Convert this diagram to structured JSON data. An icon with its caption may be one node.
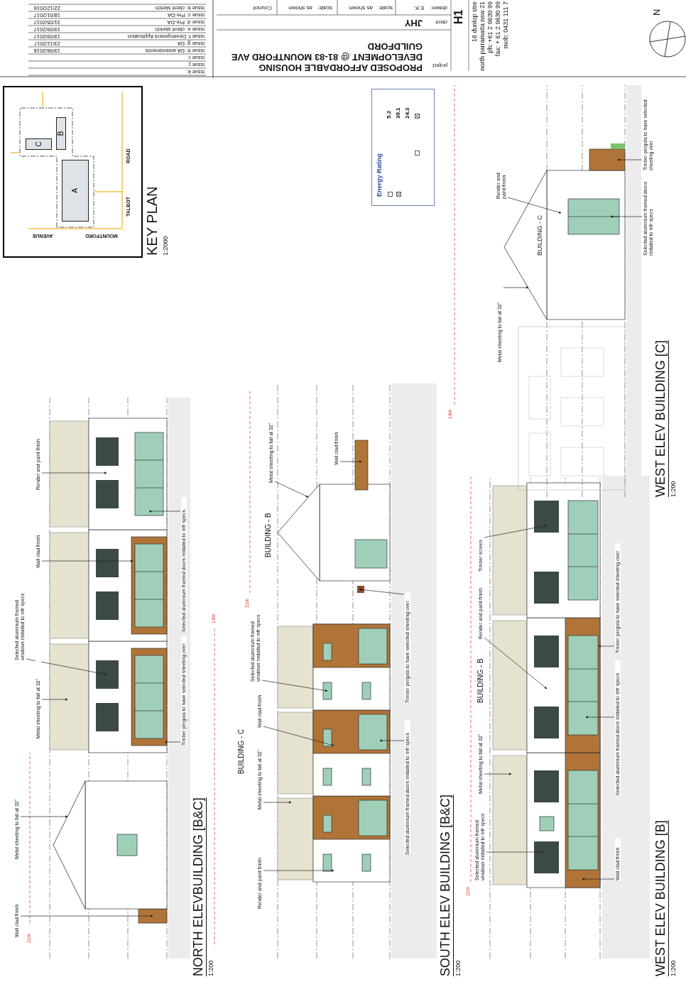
{
  "diagram": {
    "nodes": [
      {
        "text": [
          "Wall clad finish"
        ]
      },
      {
        "text": [
          "Metal sheeting to fall at 32°"
        ]
      },
      {
        "text": [
          "Metal sheeting to fall at 32°"
        ]
      },
      {
        "text": [
          "Selected aluminium framed windows installed to mfr specs"
        ]
      },
      {
        "text": [
          "Wall clad finish"
        ]
      },
      {
        "text": [
          "Render and paint finish"
        ]
      },
      {
        "text": [
          "Selected aluminium framed doors installed to mfr specs"
        ]
      },
      {
        "text": [
          "Timber pergola to have selected sheeting over"
        ]
      },
      {
        "text": [
          "Render and paint finish"
        ]
      },
      {
        "text": [
          "Metal sheeting to fall at 32°"
        ]
      },
      {
        "text": [
          "Wall clad finish"
        ]
      },
      {
        "text": [
          "Selected aluminium framed windows installed to mfr specs"
        ]
      },
      {
        "text": [
          "Selected aluminium framed doors installed to mfr specs"
        ]
      },
      {
        "text": [
          "Timber pergola to have selected sheeting over"
        ]
      },
      {
        "text": [
          "Wall clad finish"
        ]
      },
      {
        "text": [
          "Metal sheeting to fall at 32°"
        ]
      },
      {
        "text": [
          "Selected aluminium framed windows installed to mfr specs"
        ]
      },
      {
        "text": [
          "Metal sheeting to fall at 32°"
        ]
      },
      {
        "text": [
          "Render and paint finish"
        ]
      },
      {
        "text": [
          "Timber screen"
        ]
      },
      {
        "text": [
          "Wall clad finish"
        ]
      },
      {
        "text": [
          "Timber pergola to have selected sheeting over"
        ]
      },
      {
        "text": [
          "Selected aluminium framed doors installed to mfr specs"
        ]
      },
      {
        "text": [
          "Metal sheeting to fall at 32°"
        ]
      },
      {
        "text": [
          "Render and paint finish"
        ]
      },
      {
        "text": [
          "Timber pergola to have selected sheeting over"
        ]
      },
      {
        "text": [
          "Selected aluminium framed doors installed to mfr specs"
        ]
      },
      {
        "text": [
          "B"
        ]
      },
      {
        "text": [
          "C"
        ]
      },
      {
        "text": [
          "A"
        ]
      },
      {
        "text": [
          "Energy Rating",
          "5.2",
          "39.1",
          "24.3"
        ]
      }
    ],
    "edges": [
      {
        "from": 0,
        "to": null,
        "arrow": "to"
      },
      {
        "from": 1,
        "to": null,
        "arrow": "to"
      },
      {
        "from": 2,
        "to": null,
        "arrow": "to"
      },
      {
        "from": 3,
        "to": null,
        "arrow": "to"
      },
      {
        "from": 4,
        "to": null,
        "arrow": "to"
      },
      {
        "from": 5,
        "to": null,
        "arrow": "to"
      },
      {
        "from": 6,
        "to": null,
        "arrow": "to"
      },
      {
        "from": 7,
        "to": null,
        "arrow": "to"
      },
      {
        "from": 8,
        "to": null,
        "arrow": "to"
      },
      {
        "from": 9,
        "to": null,
        "arrow": "to"
      },
      {
        "from": 10,
        "to": null,
        "arrow": "to"
      },
      {
        "from": 11,
        "to": null,
        "arrow": "to"
      },
      {
        "from": 12,
        "to": null,
        "arrow": "to"
      },
      {
        "from": 13,
        "to": null,
        "arrow": "to"
      },
      {
        "from": 14,
        "to": null,
        "arrow": "to"
      },
      {
        "from": 15,
        "to": null,
        "arrow": "to"
      },
      {
        "from": 16,
        "to": null,
        "arrow": "to"
      },
      {
        "from": 17,
        "to": null,
        "arrow": "to"
      },
      {
        "from": 18,
        "to": null,
        "arrow": "to"
      },
      {
        "from": 19,
        "to": null,
        "arrow": "to"
      },
      {
        "from": 20,
        "to": null,
        "arrow": "to"
      },
      {
        "from": 21,
        "to": null,
        "arrow": "to"
      },
      {
        "from": 22,
        "to": null,
        "arrow": "to"
      },
      {
        "from": 23,
        "to": null,
        "arrow": "to"
      },
      {
        "from": 24,
        "to": null,
        "arrow": "to"
      },
      {
        "from": 25,
        "to": null,
        "arrow": "to"
      },
      {
        "from": 26,
        "to": null,
        "arrow": "to"
      }
    ],
    "labels": [
      "issue k:",
      "issue j:",
      "issue i:",
      "issue h: DA amendments",
      "19/06/2018",
      "issue g: DA",
      "23/11/2017",
      "issue f: Development Application",
      "19/09/2017",
      "issue e: client sketch",
      "19/09/2017",
      "issue d: Pre-DA",
      "31/05/2017",
      "issue c: Pre-DA",
      "18/01/2017",
      "issue b: client sketch",
      "22/12/2016",
      "project",
      "PROPOSED AFFORDABLE HOUSING DEVELOPMENT @ 81-83 MOUNTFORD AVE GUILDFORD",
      "client",
      "JHY",
      "drawn:",
      "E.K.",
      "scale:",
      "as shown",
      "scale:",
      "as shown",
      "Council",
      "H1",
      "16 dunlop stre",
      "north parramatta nsw 21",
      "ph: +61 2 9630 99",
      "fax: + 61 2 9630 99",
      "mob: 0431 111 7",
      "N",
      "MOUNTFORD",
      "AVENUE",
      "TALBOT",
      "ROAD",
      "KEY PLAN",
      "1:2000",
      "11m",
      "NORTH ELEVBUILDING [B&C]",
      "1:200",
      "14m",
      "11m",
      "BUILDING - B",
      "BUILDING - C",
      "SOUTH ELEV BUILDING [B&C]",
      "1:200",
      "11m",
      "BUILDING - B",
      "WEST ELEV BUILDING [B]",
      "1:200",
      "14m",
      "BUILDING - C",
      "WEST ELEV BUILDING [C]",
      "1:200"
    ]
  }
}
